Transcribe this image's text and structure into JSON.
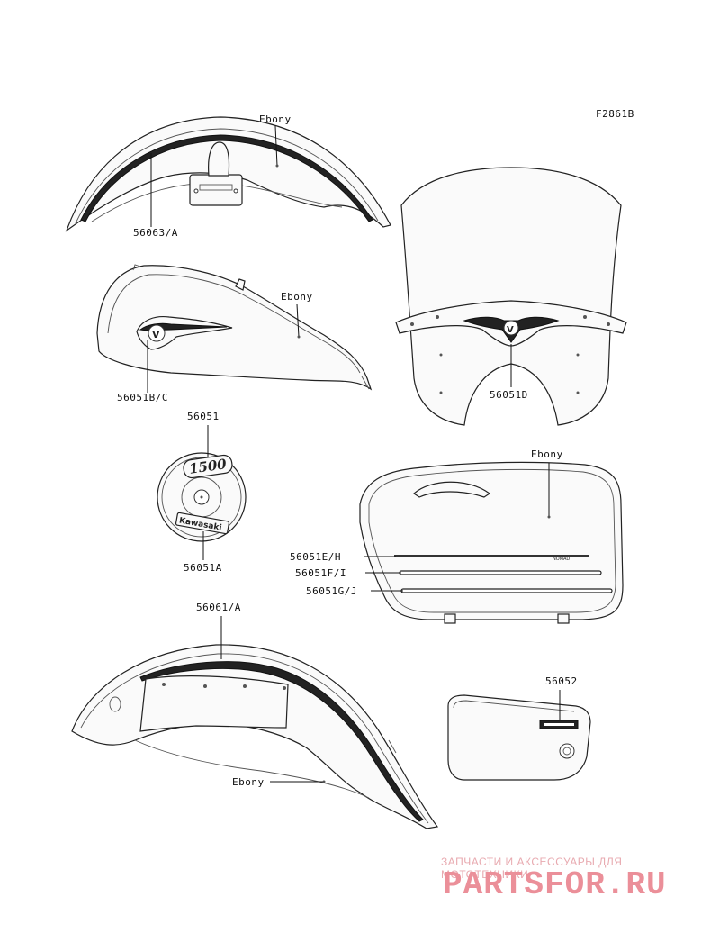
{
  "figure_code": "F2861B",
  "labels": {
    "front_fender_color": "Ebony",
    "front_fender_part": "56063/A",
    "tank_color": "Ebony",
    "tank_part": "56051B/C",
    "windshield_part": "56051D",
    "cover_top_part": "56051",
    "cover_bottom_part": "56051A",
    "saddlebag_color": "Ebony",
    "saddlebag_stripe_1": "56051E/H",
    "saddlebag_stripe_2": "56051F/I",
    "saddlebag_stripe_3": "56051G/J",
    "rear_fender_part": "56061/A",
    "rear_fender_color": "Ebony",
    "side_cover_part": "56052"
  },
  "emblems": {
    "cover_badge": "1500",
    "cover_brand": "Kawasaki",
    "saddlebag_small_text": "NOMAD"
  },
  "watermark": {
    "tagline": "ЗАПЧАСТИ И АКСЕССУАРЫ ДЛЯ МОТОТЕХНИКИ",
    "logo": "PARTSFOR.RU"
  },
  "colors": {
    "line": "#222222",
    "watermark": "#eb8f99"
  }
}
